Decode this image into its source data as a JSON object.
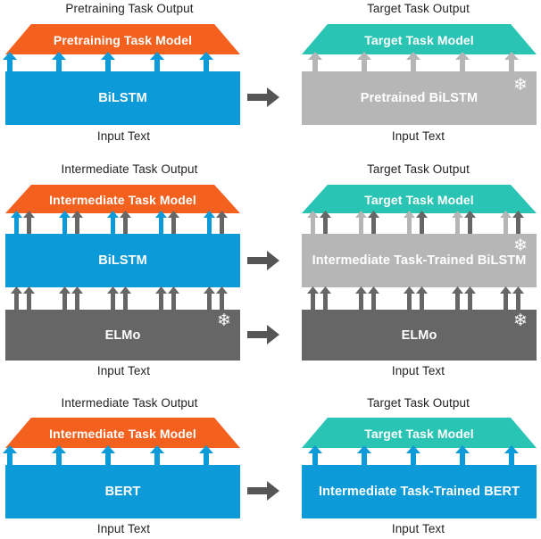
{
  "figure": {
    "title": "Transfer learning / intermediate-task training diagram",
    "colors": {
      "orange": "#f4601e",
      "teal": "#2ac4b4",
      "blue": "#0c9ad9",
      "light_gray": "#b6b6b6",
      "dark_gray": "#666666",
      "arrow_gray": "#555555",
      "text": "#231f20"
    },
    "icons": {
      "snowflake": "❄",
      "frozen_label": "frozen-parameters"
    }
  },
  "rows": [
    {
      "id": "row-bilstm-pretraining",
      "left": {
        "output_caption": "Pretraining Task Output",
        "head_label": "Pretraining Task Model",
        "encoders": [
          {
            "label": "BiLSTM",
            "frozen": false
          }
        ],
        "input_caption": "Input Text"
      },
      "right": {
        "output_caption": "Target Task Output",
        "head_label": "Target Task Model",
        "encoders": [
          {
            "label": "Pretrained BiLSTM",
            "frozen": true
          }
        ],
        "input_caption": "Input Text"
      }
    },
    {
      "id": "row-elmo-intermediate",
      "left": {
        "output_caption": "Intermediate Task Output",
        "head_label": "Intermediate Task Model",
        "encoders": [
          {
            "label": "BiLSTM",
            "frozen": false
          },
          {
            "label": "ELMo",
            "frozen": true
          }
        ],
        "input_caption": "Input Text"
      },
      "right": {
        "output_caption": "Target Task Output",
        "head_label": "Target Task Model",
        "encoders": [
          {
            "label": "Intermediate Task-Trained BiLSTM",
            "frozen": true
          },
          {
            "label": "ELMo",
            "frozen": true
          }
        ],
        "input_caption": "Input Text"
      }
    },
    {
      "id": "row-bert-intermediate",
      "left": {
        "output_caption": "Intermediate Task Output",
        "head_label": "Intermediate Task Model",
        "encoders": [
          {
            "label": "BERT",
            "frozen": false
          }
        ],
        "input_caption": "Input Text"
      },
      "right": {
        "output_caption": "Target Task Output",
        "head_label": "Target Task Model",
        "encoders": [
          {
            "label": "Intermediate Task-Trained BERT",
            "frozen": false
          }
        ],
        "input_caption": "Input Text"
      }
    }
  ]
}
